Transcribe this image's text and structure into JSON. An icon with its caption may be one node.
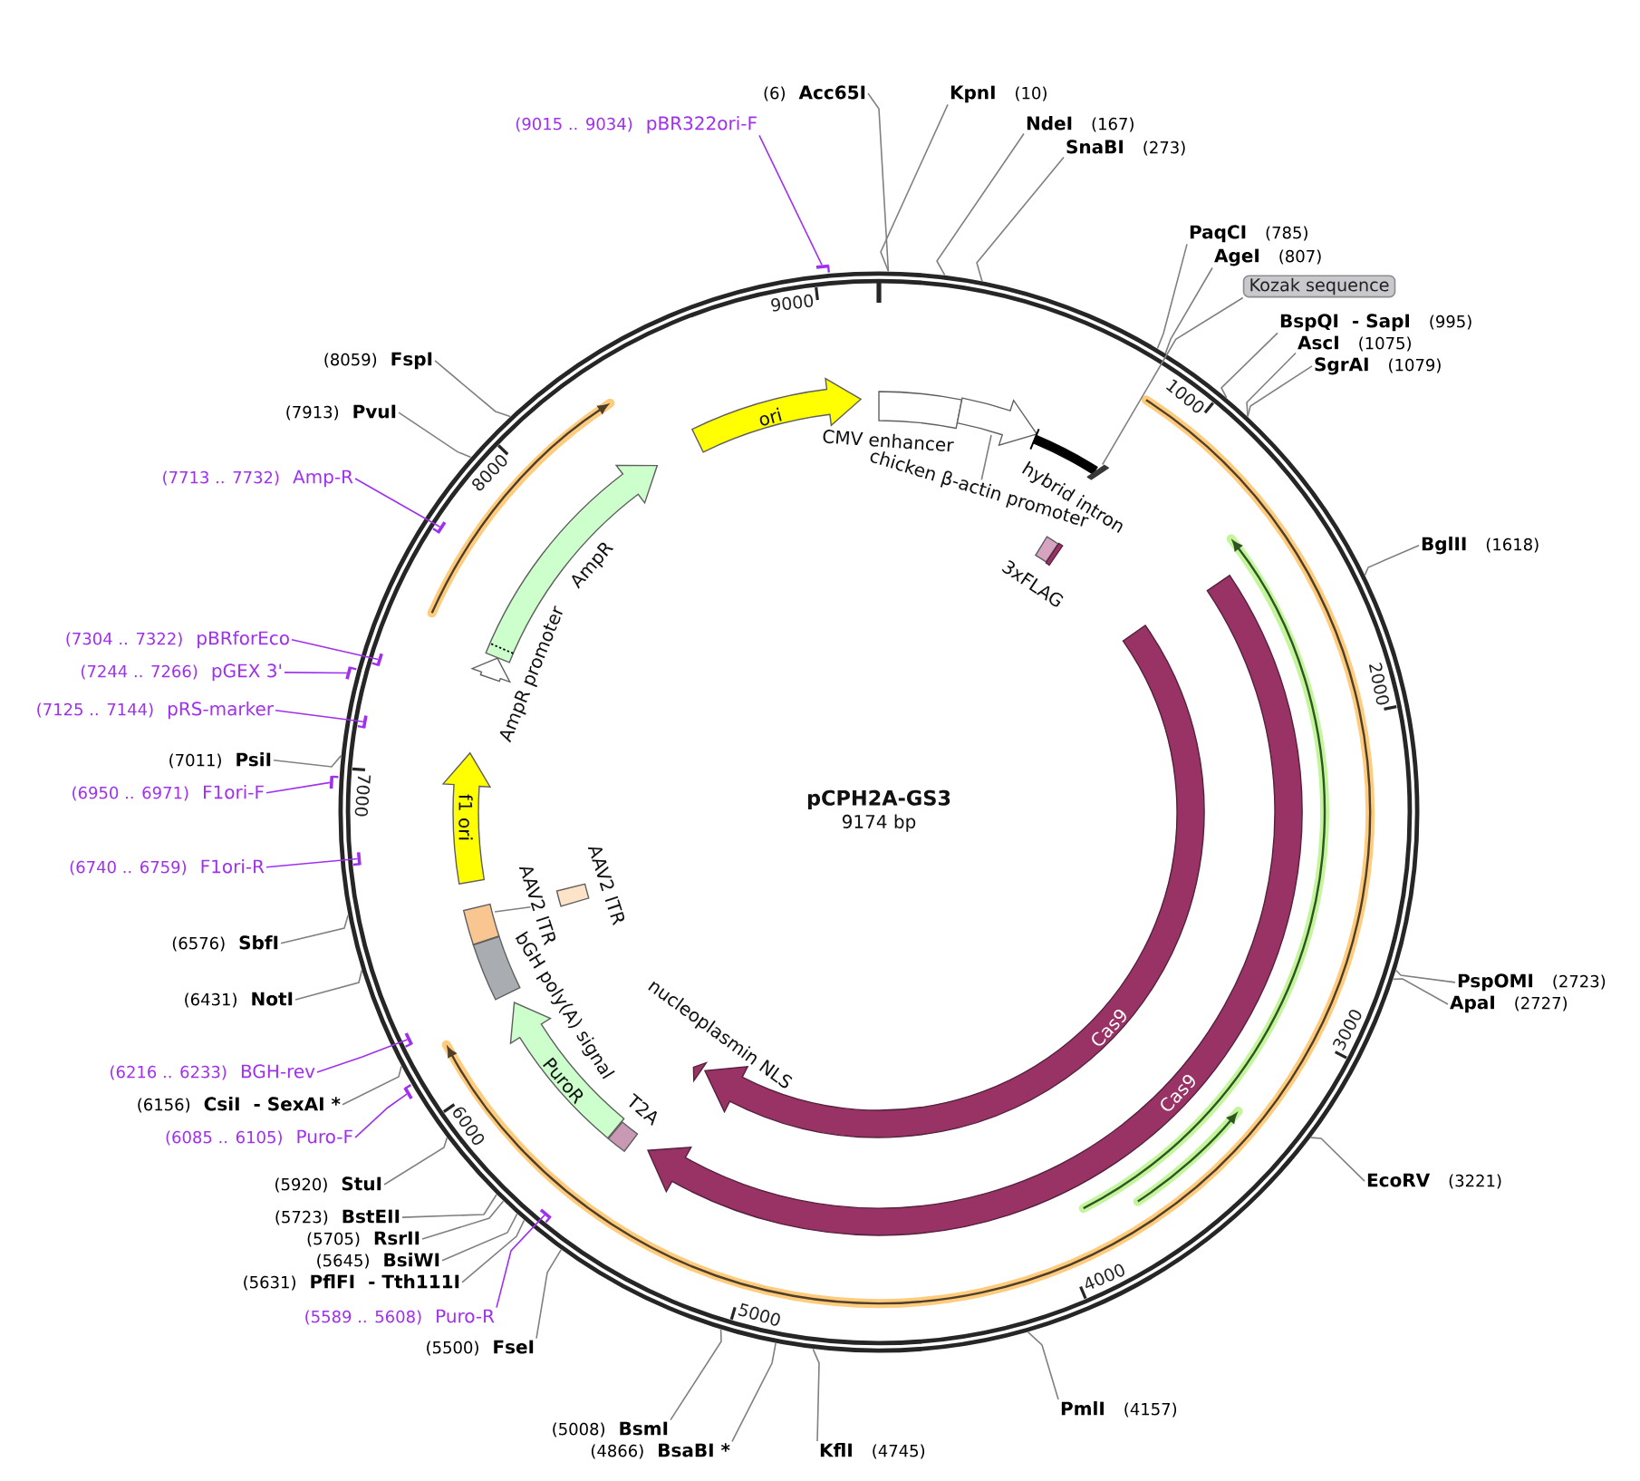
{
  "diagram": {
    "nodes": [
      {
        "text": [
          "pCPH2A-GS3",
          "9174 bp"
        ]
      },
      {
        "text": [
          "CMV enhancer"
        ],
        "in": 0
      },
      {
        "text": [
          "chicken β-actin promoter"
        ],
        "in": 0
      },
      {
        "text": [
          "hybrid intron"
        ],
        "in": 0
      },
      {
        "text": [
          "3xFLAG"
        ],
        "in": 0
      },
      {
        "text": [
          "Cas9"
        ],
        "in": 0
      },
      {
        "text": [
          "Cas9"
        ],
        "in": 0
      },
      {
        "text": [
          "nucleoplasmin NLS"
        ],
        "in": 0
      },
      {
        "text": [
          "T2A"
        ],
        "in": 0
      },
      {
        "text": [
          "PuroR"
        ],
        "in": 0
      },
      {
        "text": [
          "bGH poly(A) signal"
        ],
        "in": 0
      },
      {
        "text": [
          "AAV2 ITR"
        ],
        "in": 0
      },
      {
        "text": [
          "AAV2 ITR"
        ],
        "in": 0
      },
      {
        "text": [
          "f1 ori"
        ],
        "in": 0
      },
      {
        "text": [
          "AmpR promoter"
        ],
        "in": 0
      },
      {
        "text": [
          "AmpR"
        ],
        "in": 0
      },
      {
        "text": [
          "ori"
        ],
        "in": 0
      },
      {
        "text": [
          "Kozak sequence"
        ]
      },
      {
        "text": [
          "(6)",
          "Acc65I"
        ]
      },
      {
        "text": [
          "KpnI",
          "(10)"
        ]
      },
      {
        "text": [
          "NdeI",
          "(167)"
        ]
      },
      {
        "text": [
          "SnaBI",
          "(273)"
        ]
      },
      {
        "text": [
          "PaqCI",
          "(785)"
        ]
      },
      {
        "text": [
          "AgeI",
          "(807)"
        ]
      },
      {
        "text": [
          "BspQI",
          "- SapI",
          "(995)"
        ]
      },
      {
        "text": [
          "AscI",
          "(1075)"
        ]
      },
      {
        "text": [
          "SgrAI",
          "(1079)"
        ]
      },
      {
        "text": [
          "BglII",
          "(1618)"
        ]
      },
      {
        "text": [
          "PspOMI",
          "(2723)"
        ]
      },
      {
        "text": [
          "ApaI",
          "(2727)"
        ]
      },
      {
        "text": [
          "EcoRV",
          "(3221)"
        ]
      },
      {
        "text": [
          "PmlI",
          "(4157)"
        ]
      },
      {
        "text": [
          "KflI",
          "(4745)"
        ]
      },
      {
        "text": [
          "(4866)",
          "BsaBI *"
        ]
      },
      {
        "text": [
          "(5008)",
          "BsmI"
        ]
      },
      {
        "text": [
          "(5500)",
          "FseI"
        ]
      },
      {
        "text": [
          "(5631)",
          "PflFI",
          "- Tth111I"
        ]
      },
      {
        "text": [
          "(5645)",
          "BsiWI"
        ]
      },
      {
        "text": [
          "(5705)",
          "RsrII"
        ]
      },
      {
        "text": [
          "(5723)",
          "BstEII"
        ]
      },
      {
        "text": [
          "(5920)",
          "StuI"
        ]
      },
      {
        "text": [
          "(6156)",
          "CsiI",
          "- SexAI *"
        ]
      },
      {
        "text": [
          "(6431)",
          "NotI"
        ]
      },
      {
        "text": [
          "(6576)",
          "SbfI"
        ]
      },
      {
        "text": [
          "(7011)",
          "PsiI"
        ]
      },
      {
        "text": [
          "(7913)",
          "PvuI"
        ]
      },
      {
        "text": [
          "(8059)",
          "FspI"
        ]
      },
      {
        "text": [
          "(9015 .. 9034)",
          "pBR322ori-F"
        ]
      },
      {
        "text": [
          "(7713 .. 7732)",
          "Amp-R"
        ]
      },
      {
        "text": [
          "(7304 .. 7322)",
          "pBRforEco"
        ]
      },
      {
        "text": [
          "(7244 .. 7266)",
          "pGEX 3'"
        ]
      },
      {
        "text": [
          "(7125 .. 7144)",
          "pRS-marker"
        ]
      },
      {
        "text": [
          "(6950 .. 6971)",
          "F1ori-F"
        ]
      },
      {
        "text": [
          "(6740 .. 6759)",
          "F1ori-R"
        ]
      },
      {
        "text": [
          "(6216 .. 6233)",
          "BGH-rev"
        ]
      },
      {
        "text": [
          "(6085 .. 6105)",
          "Puro-F"
        ]
      },
      {
        "text": [
          "(5589 .. 5608)",
          "Puro-R"
        ]
      },
      {
        "text": [],
        "shape": "bar"
      },
      {
        "text": [],
        "shape": "bar",
        "in": 0
      },
      {
        "text": [],
        "shape": "bar",
        "in": 0
      },
      {
        "text": [],
        "shape": "bar"
      },
      {
        "text": [],
        "shape": "bar",
        "in": 0
      },
      {
        "text": [],
        "shape": "bar"
      },
      {
        "text": [],
        "shape": "bar",
        "in": 0
      },
      {
        "text": [],
        "shape": "bar",
        "in": 0
      },
      {
        "text": [],
        "shape": "bar"
      },
      {
        "text": [],
        "shape": "bar",
        "in": 0
      }
    ],
    "edges": [
      {
        "from": 18,
        "to": 0,
        "arrow": "none"
      },
      {
        "from": 19,
        "to": 0,
        "arrow": "none"
      },
      {
        "from": 20,
        "to": 0,
        "arrow": "none"
      },
      {
        "from": 21,
        "to": 0,
        "arrow": "none"
      },
      {
        "from": 22,
        "to": 0,
        "arrow": "none"
      },
      {
        "from": 23,
        "to": 0,
        "arrow": "none"
      },
      {
        "from": 24,
        "to": 0,
        "arrow": "none"
      },
      {
        "from": 25,
        "to": 0,
        "arrow": "none"
      },
      {
        "from": 26,
        "to": 0,
        "arrow": "none"
      },
      {
        "from": 27,
        "to": 0,
        "arrow": "none"
      },
      {
        "from": 28,
        "to": 0,
        "arrow": "none"
      },
      {
        "from": 29,
        "to": 0,
        "arrow": "none"
      },
      {
        "from": 30,
        "to": 0,
        "arrow": "none"
      },
      {
        "from": 31,
        "to": 0,
        "arrow": "none"
      },
      {
        "from": 32,
        "to": 0,
        "arrow": "none"
      },
      {
        "from": 33,
        "to": 0,
        "arrow": "none"
      },
      {
        "from": 34,
        "to": 0,
        "arrow": "none"
      },
      {
        "from": 35,
        "to": 0,
        "arrow": "none"
      },
      {
        "from": 36,
        "to": 0,
        "arrow": "none"
      },
      {
        "from": 37,
        "to": 0,
        "arrow": "none"
      },
      {
        "from": 38,
        "to": 0,
        "arrow": "none"
      },
      {
        "from": 39,
        "to": 0,
        "arrow": "none"
      },
      {
        "from": 40,
        "to": 0,
        "arrow": "none"
      },
      {
        "from": 41,
        "to": 0,
        "arrow": "none"
      },
      {
        "from": 42,
        "to": 0,
        "arrow": "none"
      },
      {
        "from": 43,
        "to": 0,
        "arrow": "none"
      },
      {
        "from": 44,
        "to": 0,
        "arrow": "none"
      },
      {
        "from": 45,
        "to": 0,
        "arrow": "none"
      },
      {
        "from": 46,
        "to": 0,
        "arrow": "none"
      },
      {
        "from": 47,
        "to": 57,
        "arrow": "none",
        "color": "#a030f0"
      },
      {
        "from": 48,
        "to": 58,
        "arrow": "none",
        "color": "#a030f0"
      },
      {
        "from": 49,
        "to": 59,
        "arrow": "none",
        "color": "#a030f0"
      },
      {
        "from": 50,
        "to": 60,
        "arrow": "none",
        "color": "#a030f0"
      },
      {
        "from": 51,
        "to": 61,
        "arrow": "none",
        "color": "#a030f0"
      },
      {
        "from": 52,
        "to": 62,
        "arrow": "none",
        "color": "#a030f0"
      },
      {
        "from": 53,
        "to": 63,
        "arrow": "none",
        "color": "#a030f0"
      },
      {
        "from": 54,
        "to": 64,
        "arrow": "none",
        "color": "#a030f0"
      },
      {
        "from": 55,
        "to": 65,
        "arrow": "none",
        "color": "#a030f0"
      },
      {
        "from": 56,
        "to": 66,
        "arrow": "none",
        "color": "#a030f0"
      },
      {
        "from": 17,
        "to": 3,
        "arrow": "none"
      },
      {
        "from": 2,
        "to": null,
        "arrow": "none"
      },
      {
        "from": 11,
        "to": null,
        "arrow": "none"
      }
    ],
    "labels": [
      "1000",
      "2000",
      "3000",
      "4000",
      "5000",
      "6000",
      "7000",
      "8000",
      "9000"
    ]
  }
}
